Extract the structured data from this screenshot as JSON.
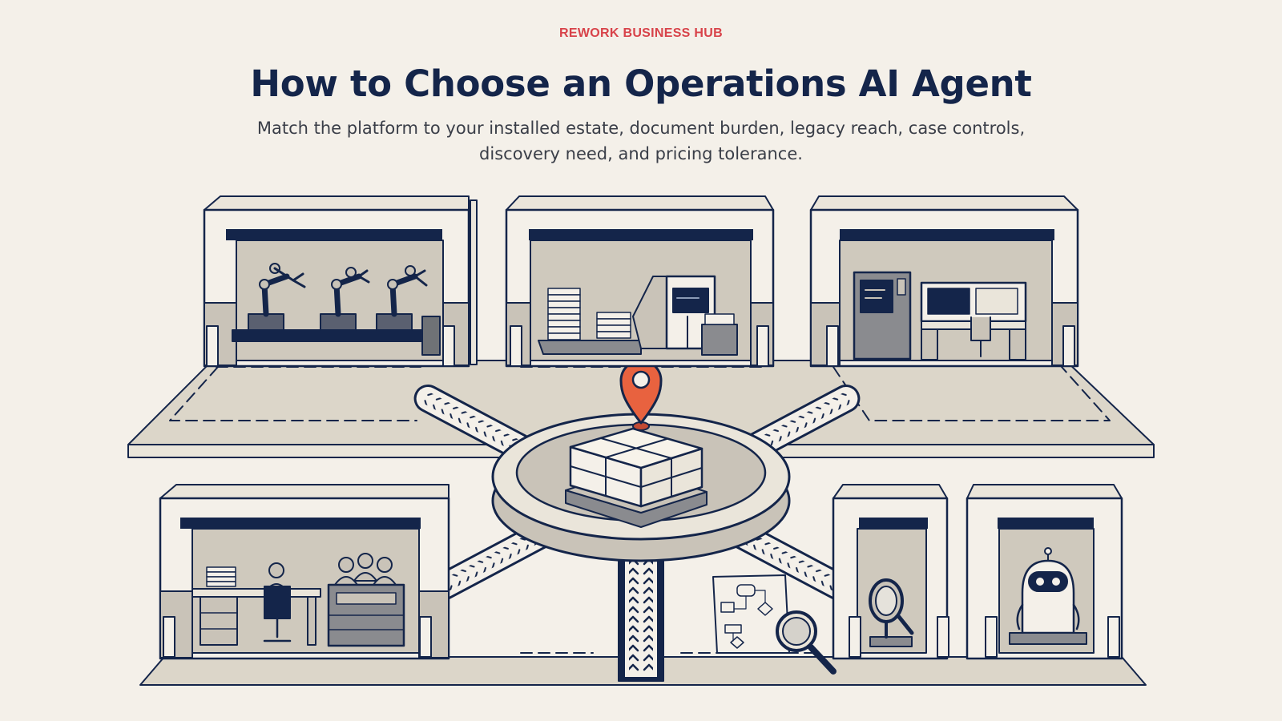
{
  "header": {
    "eyebrow": "REWORK BUSINESS HUB",
    "title": "How to Choose an Operations AI Agent",
    "subtitle": "Match the platform to your installed estate, document burden, legacy reach, case controls, discovery need, and pricing tolerance."
  },
  "colors": {
    "background": "#f4f0e9",
    "accent": "#d8434a",
    "navy": "#14254a",
    "pin": "#e8623f",
    "floor": "#dcd6c9",
    "wall": "#c9c3b8"
  },
  "illustration": {
    "bays": [
      {
        "id": "robotic-assembly",
        "icon": "robot-arm-icon"
      },
      {
        "id": "document-processing",
        "icon": "document-scanner-icon"
      },
      {
        "id": "legacy-terminals",
        "icon": "mainframe-terminal-icon"
      },
      {
        "id": "case-office",
        "icon": "office-desk-icon"
      },
      {
        "id": "process-discovery",
        "icon": "magnifier-icon"
      },
      {
        "id": "ai-agent",
        "icon": "robot-assistant-icon"
      }
    ],
    "hub": {
      "icon": "location-pin-icon",
      "cargo": "pallet-boxes-icon"
    }
  }
}
